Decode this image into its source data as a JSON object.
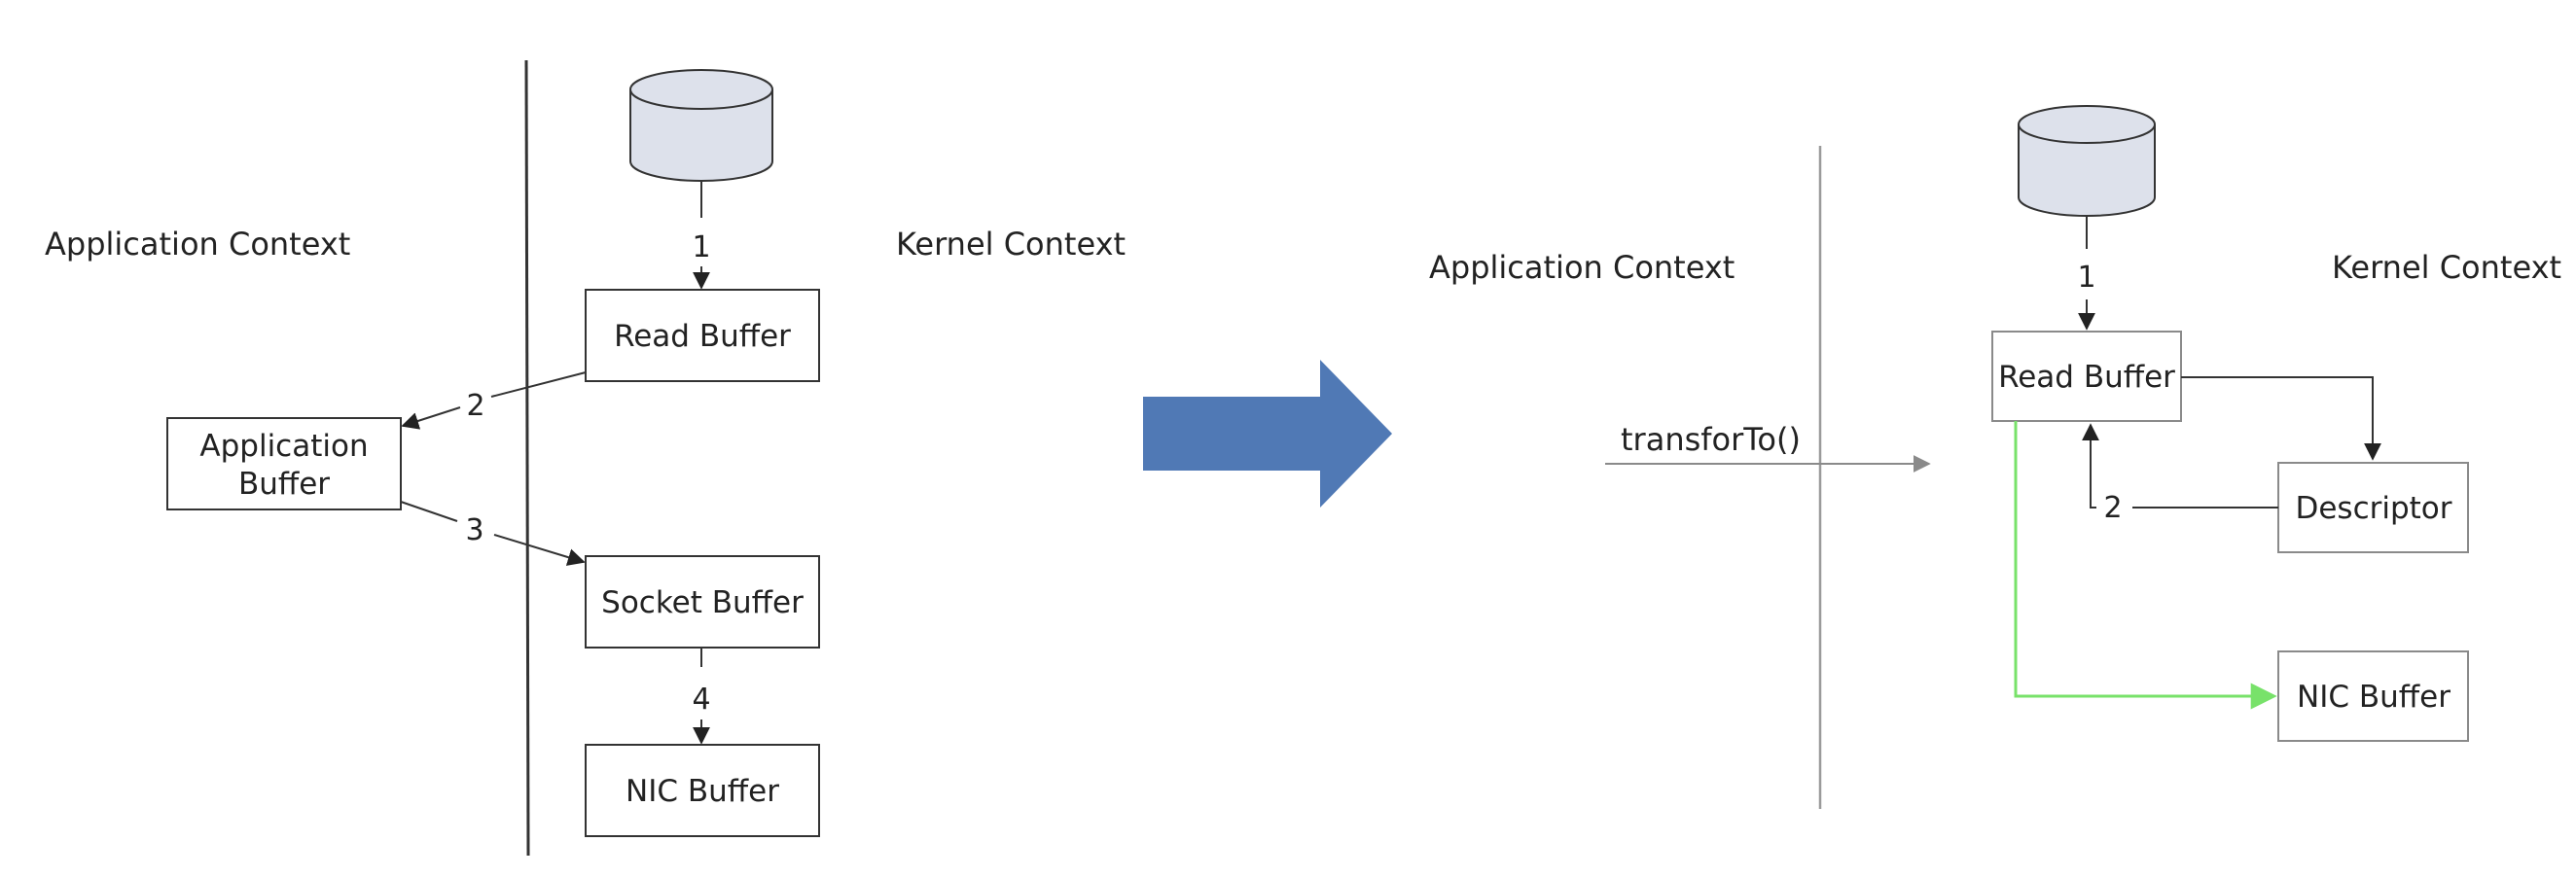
{
  "colors": {
    "disk_fill": "#dde1eb",
    "disk_stroke": "#333333",
    "big_arrow": "#5079b5",
    "green_path": "#78e26a",
    "text": "#222222"
  },
  "left": {
    "application_context": "Application Context",
    "kernel_context": "Kernel Context",
    "read_buffer": "Read Buffer",
    "application_buffer_line1": "Application",
    "application_buffer_line2": "Buffer",
    "socket_buffer": "Socket Buffer",
    "nic_buffer": "NIC Buffer",
    "steps": [
      "1",
      "2",
      "3",
      "4"
    ]
  },
  "right": {
    "application_context": "Application Context",
    "kernel_context": "Kernel Context",
    "transfer_call": "transforTo()",
    "read_buffer": "Read Buffer",
    "descriptor": "Descriptor",
    "nic_buffer": "NIC Buffer",
    "steps": [
      "1",
      "2"
    ]
  }
}
